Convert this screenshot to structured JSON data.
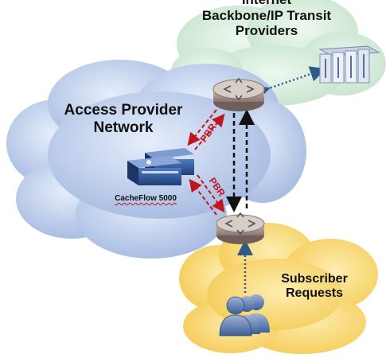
{
  "labels": {
    "internet_line1": "Internet",
    "internet_line2": "Backbone/IP Transit",
    "internet_line3": "Providers",
    "access_line1": "Access Provider",
    "access_line2": "Network",
    "cacheflow": "CacheFlow 5000",
    "pbr_top": "PBR",
    "pbr_bottom": "PBR",
    "subscriber_line1": "Subscriber",
    "subscriber_line2": "Requests"
  },
  "colors": {
    "access_cloud": "#b9c9e8",
    "internet_cloud": "#d4ecd8",
    "subscriber_cloud": "#f8d470",
    "pbr_red": "#c0151c",
    "router": "#a38f88",
    "appliance": "#2d4f8a",
    "dotted_link": "#2e5a8a"
  },
  "icons": [
    "server-cluster-icon",
    "core-router-icon",
    "edge-router-icon",
    "cacheflow-appliance-icon",
    "subscriber-users-icon"
  ]
}
